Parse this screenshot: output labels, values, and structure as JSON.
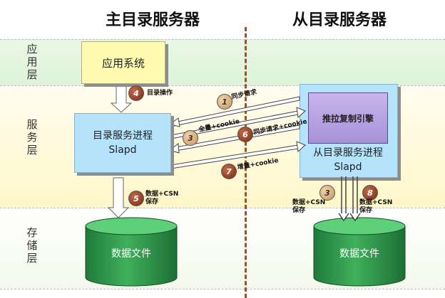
{
  "titles": {
    "master": "主目录服务器",
    "slave": "从目录服务器"
  },
  "layers": {
    "app": "应用层",
    "service": "服务层",
    "storage": "存储层"
  },
  "boxes": {
    "app_system": "应用系统",
    "master_process": "目录服务进程",
    "master_slapd": "Slapd",
    "engine": "推拉复制引擎",
    "slave_process": "从目录服务进程",
    "slave_slapd": "Slapd",
    "master_data": "数据文件",
    "slave_data": "数据文件"
  },
  "steps": [
    {
      "num": "1",
      "label": "同步请求"
    },
    {
      "num": "3",
      "label": "全量+cookie"
    },
    {
      "num": "4",
      "label": "目录操作"
    },
    {
      "num": "5",
      "label_line1": "数据+CSN",
      "label_line2": "保存"
    },
    {
      "num": "6",
      "label": "同步请求+cookie"
    },
    {
      "num": "7",
      "label": "增量+cookie"
    },
    {
      "num": "3",
      "label_line1": "数据+CSN",
      "label_line2": "保存"
    },
    {
      "num": "8",
      "label_line1": "数据+CSN",
      "label_line2": "保存"
    }
  ]
}
